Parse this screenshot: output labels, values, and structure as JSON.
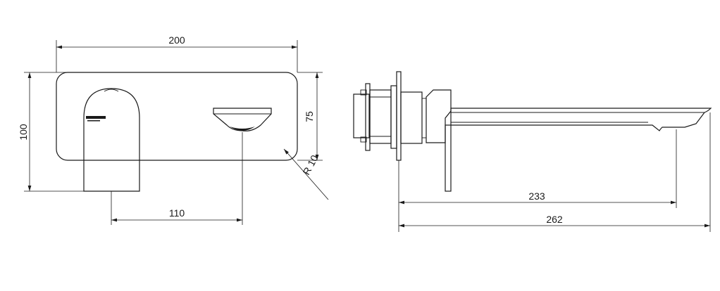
{
  "dimensions": {
    "width_200": "200",
    "height_100": "100",
    "height_75": "75",
    "radius": "R 10",
    "offset_110": "110",
    "reach_233": "233",
    "reach_262": "262"
  }
}
